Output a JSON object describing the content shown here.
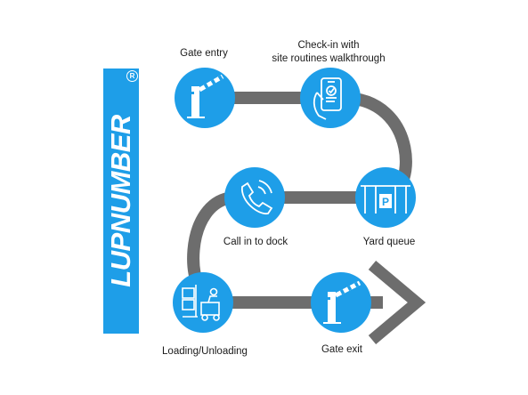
{
  "logo": {
    "text": "LUPNUMBER",
    "trademark": "R"
  },
  "steps": [
    {
      "label": "Gate entry",
      "icon": "barrier-gate-icon"
    },
    {
      "label": "Check-in with\nsite routines walkthrough",
      "icon": "phone-checklist-icon"
    },
    {
      "label": "Yard queue",
      "icon": "parking-icon"
    },
    {
      "label": "Call in to dock",
      "icon": "phone-call-icon"
    },
    {
      "label": "Loading/Unloading",
      "icon": "forklift-icon"
    },
    {
      "label": "Gate exit",
      "icon": "barrier-gate-icon"
    }
  ],
  "colors": {
    "accent": "#1e9ee8",
    "path": "#6d6d6d",
    "icon": "#ffffff"
  }
}
